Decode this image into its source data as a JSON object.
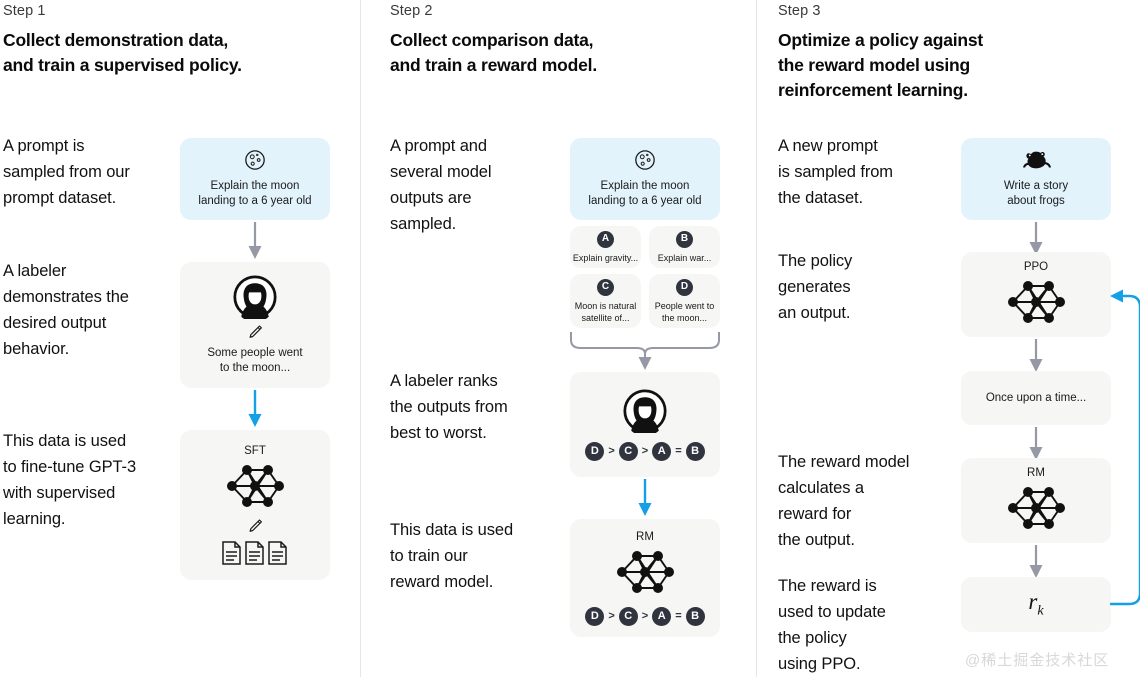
{
  "colors": {
    "background": "#ffffff",
    "card_blue": "#e2f3fc",
    "card_gray": "#f6f6f4",
    "arrow_gray": "#9698a6",
    "arrow_blue": "#14a0e6",
    "badge_dark": "#30343f",
    "divider": "#e6e6e6",
    "watermark": "#d8d8d8"
  },
  "watermark": "@稀土掘金技术社区",
  "steps": [
    {
      "label": "Step 1",
      "title": "Collect demonstration data,\nand train a supervised policy.",
      "paragraphs": [
        "A prompt is\nsampled from our\nprompt dataset.",
        "A labeler\ndemonstrates the\ndesired output\nbehavior.",
        "This data is used\nto fine-tune GPT-3\nwith supervised\nlearning."
      ],
      "cards": [
        {
          "name": "prompt-card",
          "style": "blue",
          "icon": "moon-icon",
          "text": "Explain the moon\nlanding to a 6 year old"
        },
        {
          "name": "labeler-demo-card",
          "style": "gray",
          "icon": "labeler-avatar-icon",
          "secondary_icon": "pencil-icon",
          "text": "Some people went\nto the moon..."
        },
        {
          "name": "sft-model-card",
          "style": "gray",
          "title": "SFT",
          "icon": "neural-network-icon",
          "secondary_icon": "pencil-icon",
          "tertiary_icon": "documents-icon"
        }
      ]
    },
    {
      "label": "Step 2",
      "title": "Collect comparison data,\nand train a reward model.",
      "paragraphs": [
        "A prompt and\nseveral model\noutputs are\nsampled.",
        "A labeler ranks\nthe outputs from\nbest to worst.",
        "This data is used\nto train our\nreward model."
      ],
      "cards": [
        {
          "name": "prompt-card",
          "style": "blue",
          "icon": "moon-icon",
          "text": "Explain the moon\nlanding to a 6 year old"
        },
        {
          "name": "ranking-card",
          "style": "gray",
          "icon": "labeler-avatar-icon",
          "ranking": [
            "D",
            ">",
            "C",
            ">",
            "A",
            "=",
            "B"
          ]
        },
        {
          "name": "rm-model-card",
          "style": "gray",
          "title": "RM",
          "icon": "neural-network-icon",
          "ranking": [
            "D",
            ">",
            "C",
            ">",
            "A",
            "=",
            "B"
          ]
        }
      ],
      "outputs": [
        {
          "letter": "A",
          "text": "Explain gravity..."
        },
        {
          "letter": "B",
          "text": "Explain war..."
        },
        {
          "letter": "C",
          "text": "Moon is natural\nsatellite of..."
        },
        {
          "letter": "D",
          "text": "People went to\nthe moon..."
        }
      ]
    },
    {
      "label": "Step 3",
      "title": "Optimize a policy against\nthe reward model using\nreinforcement learning.",
      "paragraphs": [
        "A new prompt\nis sampled from\nthe dataset.",
        "The policy\ngenerates\nan output.",
        "The reward model\ncalculates a\nreward for\nthe output.",
        "The reward is\nused to update\nthe policy\nusing PPO."
      ],
      "cards": [
        {
          "name": "prompt-card",
          "style": "blue",
          "icon": "frog-icon",
          "text": "Write a story\nabout frogs"
        },
        {
          "name": "ppo-model-card",
          "style": "gray",
          "title": "PPO",
          "icon": "neural-network-icon"
        },
        {
          "name": "generated-output-card",
          "style": "gray",
          "text": "Once upon a time..."
        },
        {
          "name": "rm-model-card",
          "style": "gray",
          "title": "RM",
          "icon": "neural-network-icon"
        },
        {
          "name": "reward-value-card",
          "style": "gray",
          "formula_base": "r",
          "formula_sub": "k"
        }
      ]
    }
  ]
}
